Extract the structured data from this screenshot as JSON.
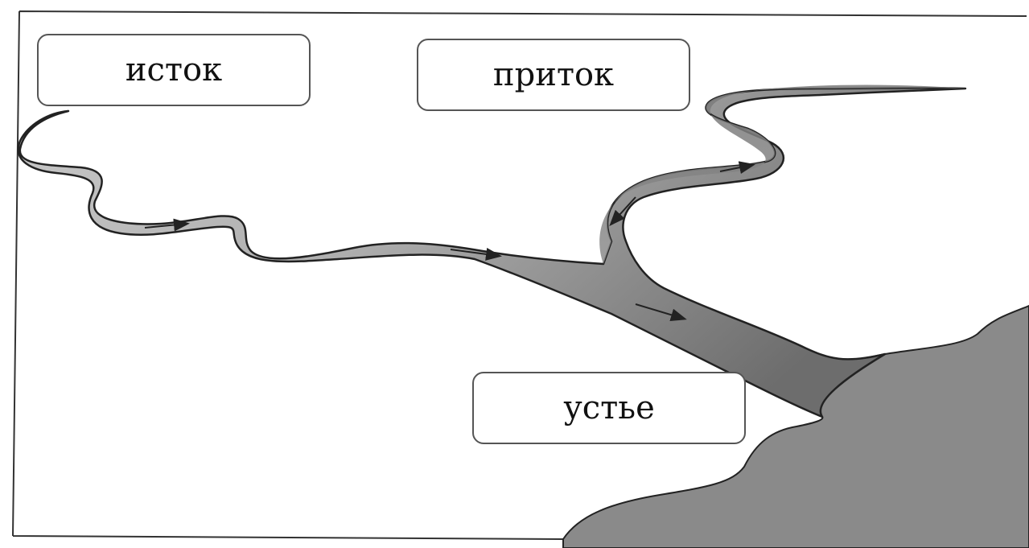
{
  "labels": {
    "source": "исток",
    "tributary": "приток",
    "mouth": "устье"
  },
  "colors": {
    "river_light": "#c9c9c9",
    "river_dark": "#6d6d6d",
    "sea": "#8a8a8a",
    "outline": "#222222",
    "frame": "#333333"
  }
}
